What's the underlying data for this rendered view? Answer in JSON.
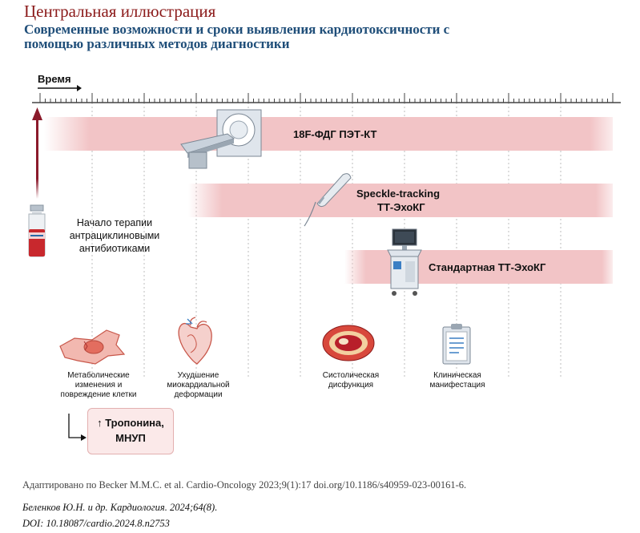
{
  "header": {
    "title": "Центральная иллюстрация",
    "subtitle": "Современные возможности и сроки выявления кардиотоксичности с помощью различных методов диагностики"
  },
  "timeline": {
    "axis_label": "Время"
  },
  "bands": [
    {
      "label_line1": "18F-ФДГ ПЭТ-КТ",
      "label_line2": "",
      "icon": "pet-ct-scanner-icon"
    },
    {
      "label_line1": "Speckle-tracking",
      "label_line2": "ТТ-ЭхоКГ",
      "icon": "ultrasound-probe-icon"
    },
    {
      "label_line1": "Стандартная ТТ-ЭхоКГ",
      "label_line2": "",
      "icon": "ultrasound-machine-icon"
    }
  ],
  "therapy": {
    "label": "Начало терапии антрациклиновыми антибиотиками",
    "icon": "medicine-vial-icon"
  },
  "stages": [
    {
      "label": "Метаболические изменения и повреждение клетки",
      "icon": "damaged-cell-icon"
    },
    {
      "label": "Ухудшение миокардиальной деформации",
      "icon": "heart-icon"
    },
    {
      "label": "Систолическая дисфункция",
      "icon": "myocardium-section-icon"
    },
    {
      "label": "Клиническая манифестация",
      "icon": "clipboard-icon"
    }
  ],
  "biomarkers": {
    "line1": "Тропонина,",
    "line2": "МНУП",
    "arrow": "↑"
  },
  "colors": {
    "title": "#8b1a1a",
    "subtitle": "#1f4e79",
    "band": "#f2c4c6",
    "arrow": "#8b1a2b"
  },
  "footer": {
    "source": "Адаптировано по Becker M.M.C. et al. Cardio-Oncology 2023;9(1):17 doi.org/10.1186/s40959-023-00161-6.",
    "citation": "Беленков Ю.Н. и др. Кардиология. 2024;64(8).",
    "doi": "DOI: 10.18087/cardio.2024.8.n2753"
  }
}
